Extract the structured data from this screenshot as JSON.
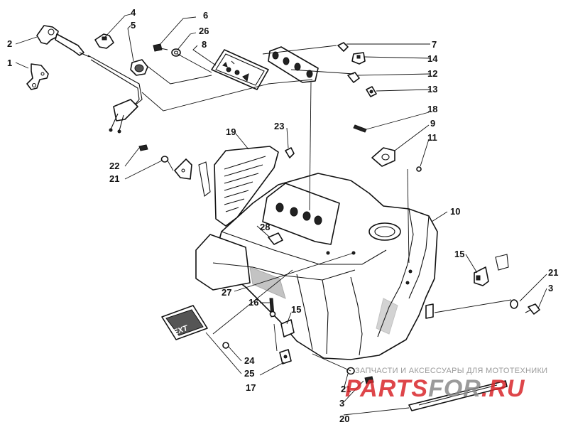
{
  "callouts": [
    {
      "id": "c1",
      "text": "1"
    },
    {
      "id": "c2",
      "text": "2"
    },
    {
      "id": "c4",
      "text": "4"
    },
    {
      "id": "c5",
      "text": "5"
    },
    {
      "id": "c6",
      "text": "6"
    },
    {
      "id": "c26",
      "text": "26"
    },
    {
      "id": "c8",
      "text": "8"
    },
    {
      "id": "c7",
      "text": "7"
    },
    {
      "id": "c14",
      "text": "14"
    },
    {
      "id": "c12",
      "text": "12"
    },
    {
      "id": "c13",
      "text": "13"
    },
    {
      "id": "c18",
      "text": "18"
    },
    {
      "id": "c9",
      "text": "9"
    },
    {
      "id": "c11",
      "text": "11"
    },
    {
      "id": "c19",
      "text": "19"
    },
    {
      "id": "c23",
      "text": "23"
    },
    {
      "id": "c22",
      "text": "22"
    },
    {
      "id": "c21a",
      "text": "21"
    },
    {
      "id": "c10",
      "text": "10"
    },
    {
      "id": "c28",
      "text": "28"
    },
    {
      "id": "c27",
      "text": "27"
    },
    {
      "id": "c15a",
      "text": "15"
    },
    {
      "id": "c21b",
      "text": "21"
    },
    {
      "id": "c3a",
      "text": "3"
    },
    {
      "id": "c16",
      "text": "16"
    },
    {
      "id": "c15b",
      "text": "15"
    },
    {
      "id": "c24",
      "text": "24"
    },
    {
      "id": "c25",
      "text": "25"
    },
    {
      "id": "c17",
      "text": "17"
    },
    {
      "id": "c21c",
      "text": "21"
    },
    {
      "id": "c3b",
      "text": "3"
    },
    {
      "id": "c20",
      "text": "20"
    }
  ],
  "emblem_text": "EXT",
  "watermark": {
    "caption": "ЗАПЧАСТИ И АКСЕССУАРЫ ДЛЯ МОТОТЕХНИКИ",
    "brand_part1": "PARTS",
    "brand_part2": "FOR",
    "brand_part3": ".RU",
    "color_red": "#d9262b",
    "color_gray": "#8a8a8a"
  }
}
